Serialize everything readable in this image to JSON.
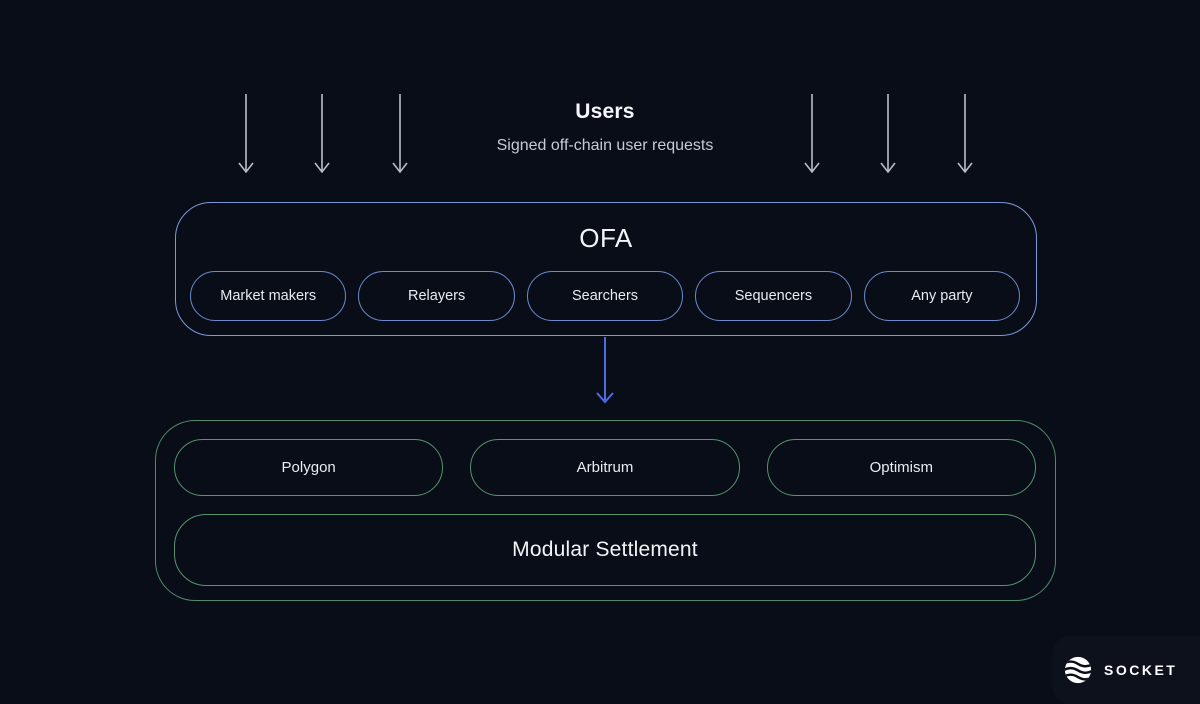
{
  "colors": {
    "background": "#090d17",
    "ofa_border_blue": "#7e97d8",
    "ofa_pill_border_blue": "#6d89ce",
    "connector_arrow_blue": "#4a6de8",
    "user_arrow_gray": "#b9bfc9",
    "settlement_border_green": "#4f8a6a",
    "text_primary": "#f2f4f8",
    "text_secondary": "#c6cbd5"
  },
  "users": {
    "title": "Users",
    "subtitle": "Signed off-chain user requests"
  },
  "ofa": {
    "title": "OFA",
    "pills": [
      "Market makers",
      "Relayers",
      "Searchers",
      "Sequencers",
      "Any party"
    ]
  },
  "settlement": {
    "chains": [
      "Polygon",
      "Arbitrum",
      "Optimism"
    ],
    "label": "Modular Settlement"
  },
  "logo": {
    "text": "SOCKET"
  }
}
